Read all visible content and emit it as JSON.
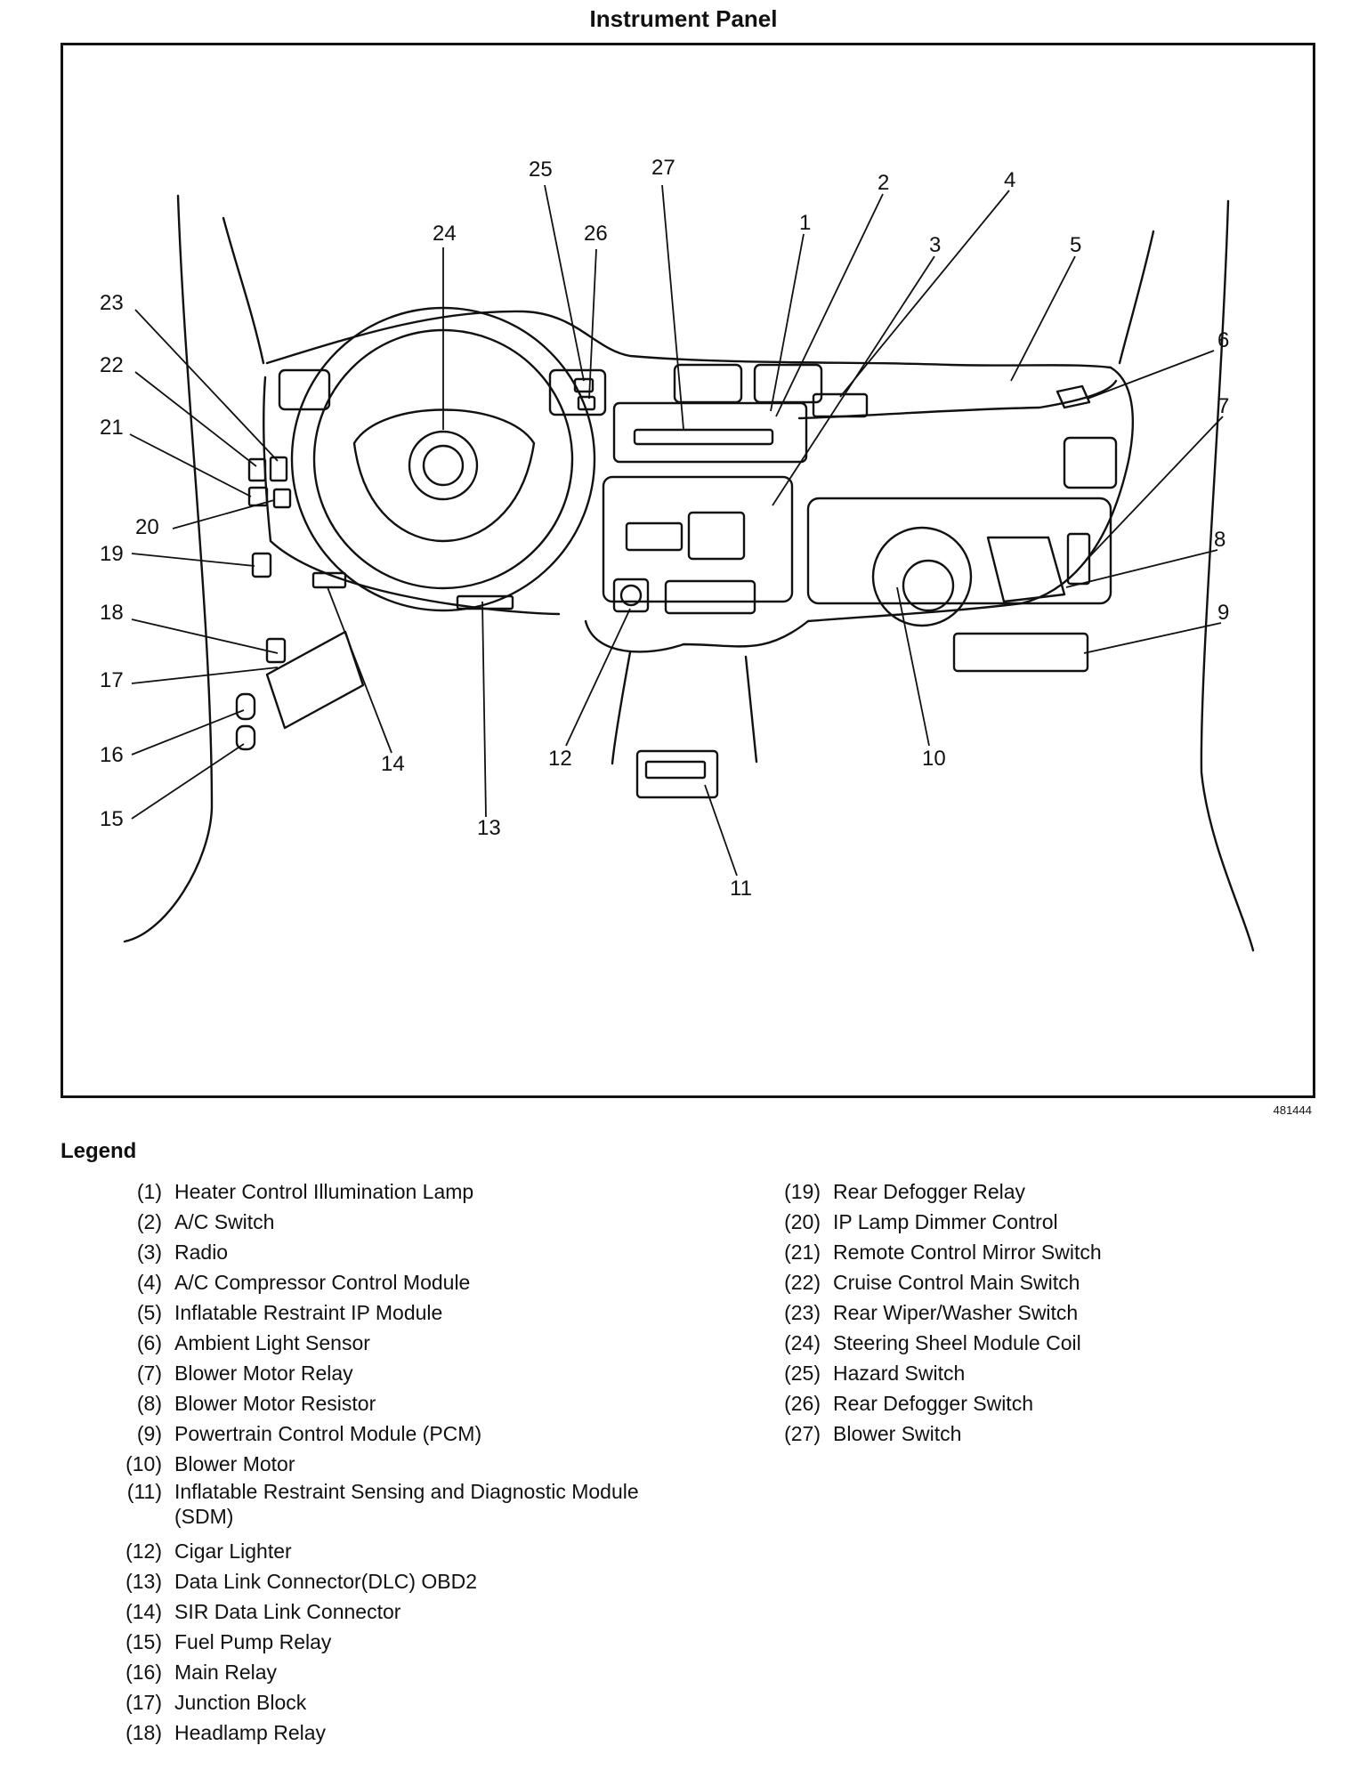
{
  "title": "Instrument Panel",
  "figure_id": "481444",
  "legend_title": "Legend",
  "legend_left": [
    {
      "num": "(1)",
      "text": "Heater Control Illumination Lamp"
    },
    {
      "num": "(2)",
      "text": "A/C Switch"
    },
    {
      "num": "(3)",
      "text": "Radio"
    },
    {
      "num": "(4)",
      "text": "A/C Compressor Control Module"
    },
    {
      "num": "(5)",
      "text": "Inflatable Restraint IP Module"
    },
    {
      "num": "(6)",
      "text": "Ambient Light Sensor"
    },
    {
      "num": "(7)",
      "text": "Blower Motor Relay"
    },
    {
      "num": "(8)",
      "text": "Blower Motor Resistor"
    },
    {
      "num": "(9)",
      "text": "Powertrain Control Module (PCM)"
    },
    {
      "num": "(10)",
      "text": "Blower Motor"
    },
    {
      "num": "(11)",
      "text": "Inflatable Restraint Sensing and Diagnostic Module (SDM)"
    },
    {
      "num": "(12)",
      "text": "Cigar Lighter"
    },
    {
      "num": "(13)",
      "text": "Data Link Connector(DLC) OBD2"
    },
    {
      "num": "(14)",
      "text": "SIR Data Link Connector"
    },
    {
      "num": "(15)",
      "text": "Fuel Pump Relay"
    },
    {
      "num": "(16)",
      "text": "Main Relay"
    },
    {
      "num": "(17)",
      "text": "Junction Block"
    },
    {
      "num": "(18)",
      "text": "Headlamp Relay"
    }
  ],
  "legend_right": [
    {
      "num": "(19)",
      "text": "Rear Defogger Relay"
    },
    {
      "num": "(20)",
      "text": "IP Lamp Dimmer Control"
    },
    {
      "num": "(21)",
      "text": "Remote Control Mirror Switch"
    },
    {
      "num": "(22)",
      "text": "Cruise Control Main Switch"
    },
    {
      "num": "(23)",
      "text": "Rear Wiper/Washer Switch"
    },
    {
      "num": "(24)",
      "text": "Steering Sheel Module Coil"
    },
    {
      "num": "(25)",
      "text": "Hazard Switch"
    },
    {
      "num": "(26)",
      "text": "Rear Defogger Switch"
    },
    {
      "num": "(27)",
      "text": "Blower Switch"
    }
  ],
  "callouts": [
    "1",
    "2",
    "3",
    "4",
    "5",
    "6",
    "7",
    "8",
    "9",
    "10",
    "11",
    "12",
    "13",
    "14",
    "15",
    "16",
    "17",
    "18",
    "19",
    "20",
    "21",
    "22",
    "23",
    "24",
    "25",
    "26",
    "27"
  ]
}
